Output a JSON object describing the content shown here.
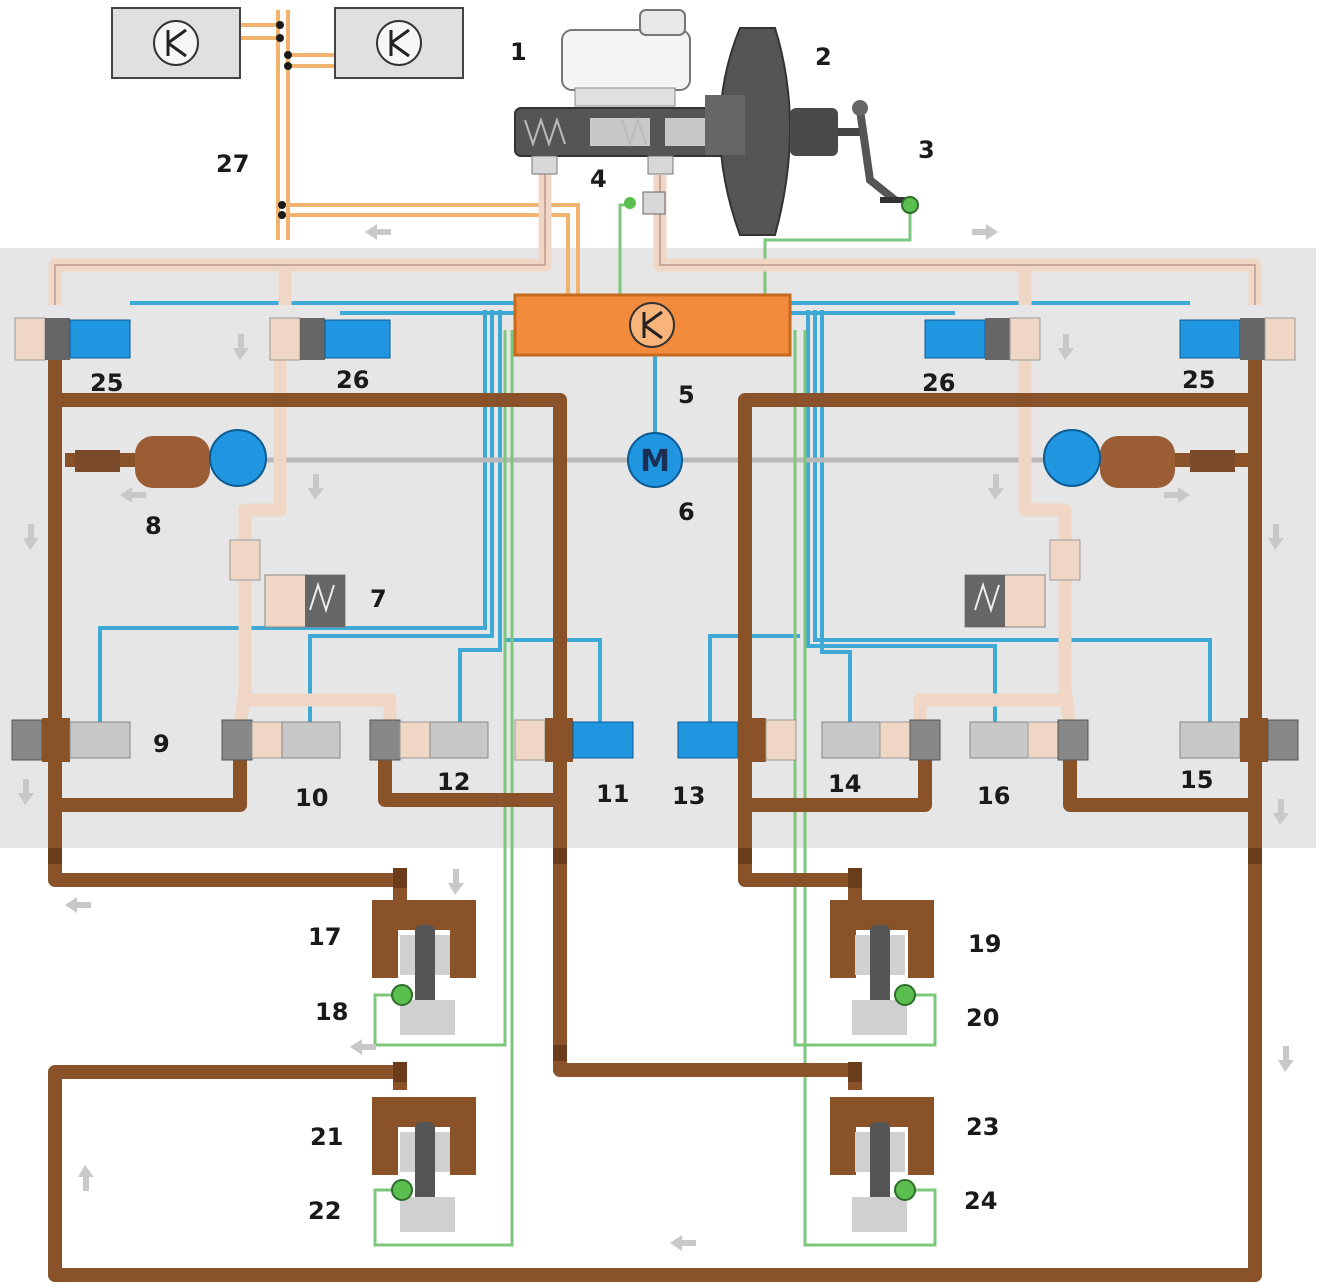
{
  "diagram": {
    "labels": {
      "l1": "1",
      "l2": "2",
      "l3": "3",
      "l4": "4",
      "l5": "5",
      "l6": "6",
      "l7": "7",
      "l8": "8",
      "l9": "9",
      "l10": "10",
      "l11": "11",
      "l12": "12",
      "l13": "13",
      "l14": "14",
      "l15": "15",
      "l16": "16",
      "l17": "17",
      "l18": "18",
      "l19": "19",
      "l20": "20",
      "l21": "21",
      "l22": "22",
      "l23": "23",
      "l24": "24",
      "l25a": "25",
      "l25b": "25",
      "l26a": "26",
      "l26b": "26",
      "l27": "27"
    },
    "motor_letter": "M",
    "colors": {
      "brake_fluid_line": "#8a5228",
      "master_line": "#f0d6c4",
      "control_wire": "#3fa9d6",
      "sensor_wire": "#7cc77c",
      "signal_wire": "#f2b36f",
      "control_unit": "#f28c3c",
      "solenoid": "#2196e0",
      "background_panel": "#e6e6e6"
    }
  }
}
